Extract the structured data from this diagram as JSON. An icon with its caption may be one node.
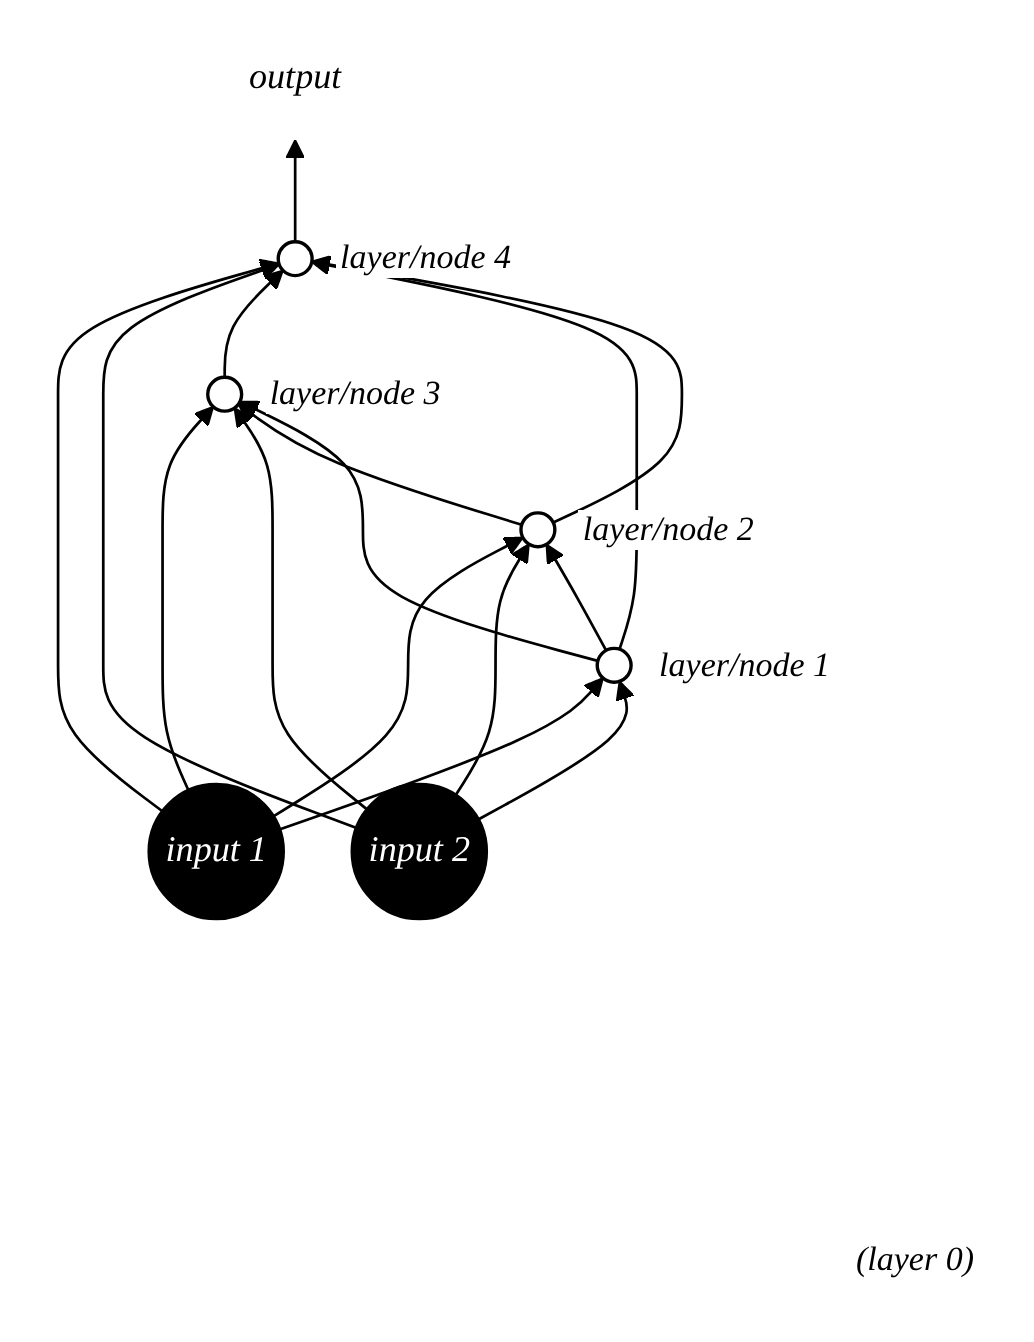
{
  "diagram": {
    "nodes": [
      {
        "text": [
          "output"
        ]
      },
      {
        "text": [],
        "shape": "circle",
        "beside": [
          "layer/node 4"
        ]
      },
      {
        "text": [],
        "shape": "circle",
        "beside": [
          "layer/node 3"
        ]
      },
      {
        "text": [],
        "shape": "circle",
        "beside": [
          "layer/node 2"
        ]
      },
      {
        "text": [],
        "shape": "circle",
        "beside": [
          "layer/node 1"
        ]
      },
      {
        "text": [
          "input 1"
        ]
      },
      {
        "text": [
          "input 2"
        ]
      }
    ],
    "edges": [
      {
        "from": 5,
        "to": 4,
        "arrow": "to"
      },
      {
        "from": 5,
        "to": 3,
        "arrow": "to"
      },
      {
        "from": 5,
        "to": 2,
        "arrow": "to"
      },
      {
        "from": 5,
        "to": 1,
        "arrow": "to"
      },
      {
        "from": 6,
        "to": 4,
        "arrow": "to"
      },
      {
        "from": 6,
        "to": 3,
        "arrow": "to"
      },
      {
        "from": 6,
        "to": 2,
        "arrow": "to"
      },
      {
        "from": 6,
        "to": 1,
        "arrow": "to"
      },
      {
        "from": 4,
        "to": 3,
        "arrow": "to"
      },
      {
        "from": 3,
        "to": 2,
        "arrow": "to"
      },
      {
        "from": 2,
        "to": 1,
        "arrow": "to"
      },
      {
        "from": 1,
        "to": 0,
        "arrow": "to"
      },
      {
        "from": 4,
        "to": 2,
        "arrow": "to"
      },
      {
        "from": 4,
        "to": 1,
        "arrow": "to"
      },
      {
        "from": 3,
        "to": 1,
        "arrow": "to"
      }
    ],
    "labels": [
      "(layer 0)"
    ]
  }
}
